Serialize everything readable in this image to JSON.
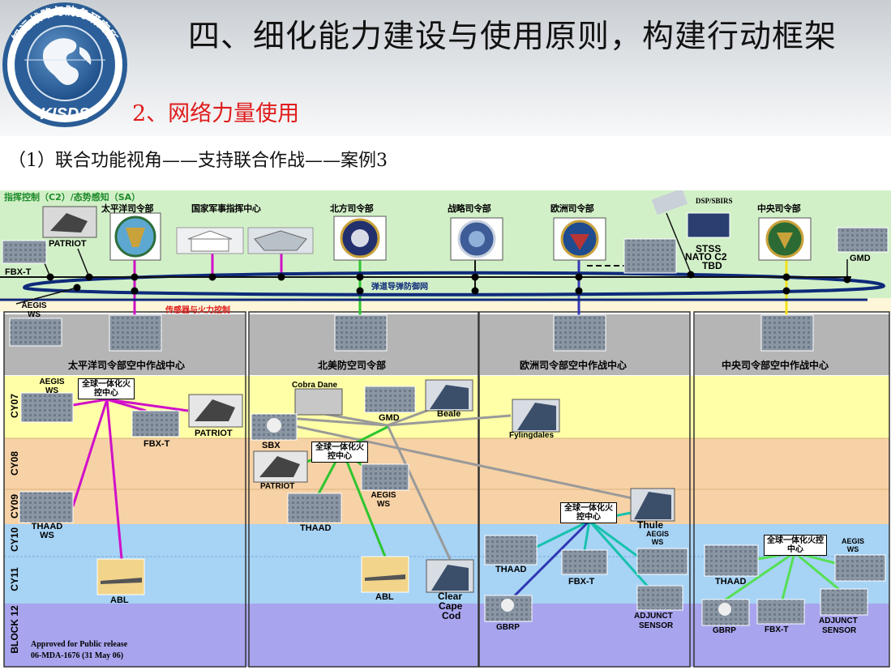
{
  "header": {
    "logo_top_text": "知远战略与防务研究所",
    "logo_bottom_text": "KISDS",
    "title": "四、细化能力建设与使用原则，构建行动框架",
    "subtitle": "2、网络力量使用",
    "section_line": "（1）联合功能视角——支持联合作战——案例3"
  },
  "diagram": {
    "top_band_label": "指挥控制（C2）/态势感知（SA）",
    "sensor_band_label": "传感器与火力控制",
    "network_label": "弹道导弹防御网",
    "commands": {
      "pacific": "太平洋司令部",
      "national": "国家军事指挥中心",
      "northern": "北方司令部",
      "strategic": "战略司令部",
      "european": "欧洲司令部",
      "central": "中央司令部"
    },
    "top_assets": {
      "patriot": "PATRIOT",
      "fbxt": "FBX-T",
      "aegis": "AEGIS WS",
      "dsp": "DSP/SBIRS",
      "stss": "STSS",
      "nato": "NATO C2",
      "tbd": "TBD",
      "gmd": "GMD"
    },
    "column_headers": {
      "pacific": "太平洋司令部空中作战中心",
      "northern": "北美防空司令部",
      "european": "欧洲司令部空中作战中心",
      "central": "中央司令部空中作战中心"
    },
    "eras": [
      "CY07",
      "CY08",
      "CY09",
      "CY10",
      "CY11",
      "BLOCK 12"
    ],
    "fire_control": "全球一体化火控中心",
    "assets": {
      "aegis": "AEGIS WS",
      "fbxt": "FBX-T",
      "patriot": "PATRIOT",
      "thaad_ws": "THAAD WS",
      "thaad": "THAAD",
      "abl": "ABL",
      "cobra": "Cobra Dane",
      "gmd": "GMD",
      "beale": "Beale",
      "fylingdales": "Fylingdales",
      "sbx": "SBX",
      "clear": "Clear",
      "cape": "Cape",
      "cod": "Cod",
      "thule": "Thule",
      "gbrp": "GBRP",
      "adjunct": "ADJUNCT",
      "sensor": "SENSOR"
    },
    "release_note": "Approved for Public release",
    "release_id": "06-MDA-1676 (31 May 06)"
  },
  "colors": {
    "top_band": "#d2f0c8",
    "era_cy07": "#ffffa8",
    "era_cy08": "#f7d2a6",
    "era_cy09": "#f7d2a6",
    "era_cy10": "#a7d3f5",
    "era_cy11": "#a7d3f5",
    "era_block12": "#a8a5ee",
    "link_pacific": "#d010c8",
    "link_northern": "#2ec52e",
    "link_strategic": "#9a9a9a",
    "link_european": "#17c2ad",
    "link_central": "#55e055",
    "subtitle_red": "#e01b1b"
  }
}
